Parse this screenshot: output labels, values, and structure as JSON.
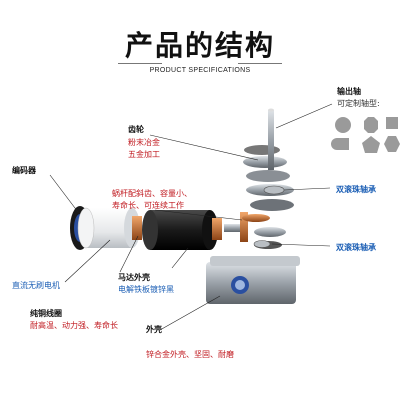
{
  "title": "产品的结构",
  "subtitle": "PRODUCT SPECIFICATIONS",
  "labels": {
    "output_shaft": "输出轴",
    "custom_shaft": "可定制轴型:",
    "gear": "齿轮",
    "gear_sub1": "粉末冶金",
    "gear_sub2": "五金加工",
    "encoder": "编码器",
    "worm": "蜗杆配斜齿、容量小、",
    "worm2": "寿命长、可连续工作",
    "bearing_top": "双滚珠轴承",
    "bearing_bottom": "双滚珠轴承",
    "motor_shell": "马达外壳",
    "motor_shell_sub": "电解铁板镀锌黑",
    "dc_motor": "直流无刷电机",
    "copper_coil": "纯铜线圈",
    "copper_coil_sub": "耐高温、动力强、寿命长",
    "housing": "外壳",
    "housing_sub": "锌合金外壳、坚固、耐磨"
  },
  "colors": {
    "red": "#c0191f",
    "blue": "#1c5fb5",
    "copper": "#c8732e",
    "steel": "#9aa1a8"
  },
  "shaft_shapes": [
    "circle-icon",
    "octagon-icon",
    "square-icon",
    "d-cut-icon",
    "pentagon-icon",
    "hexagon-icon"
  ]
}
